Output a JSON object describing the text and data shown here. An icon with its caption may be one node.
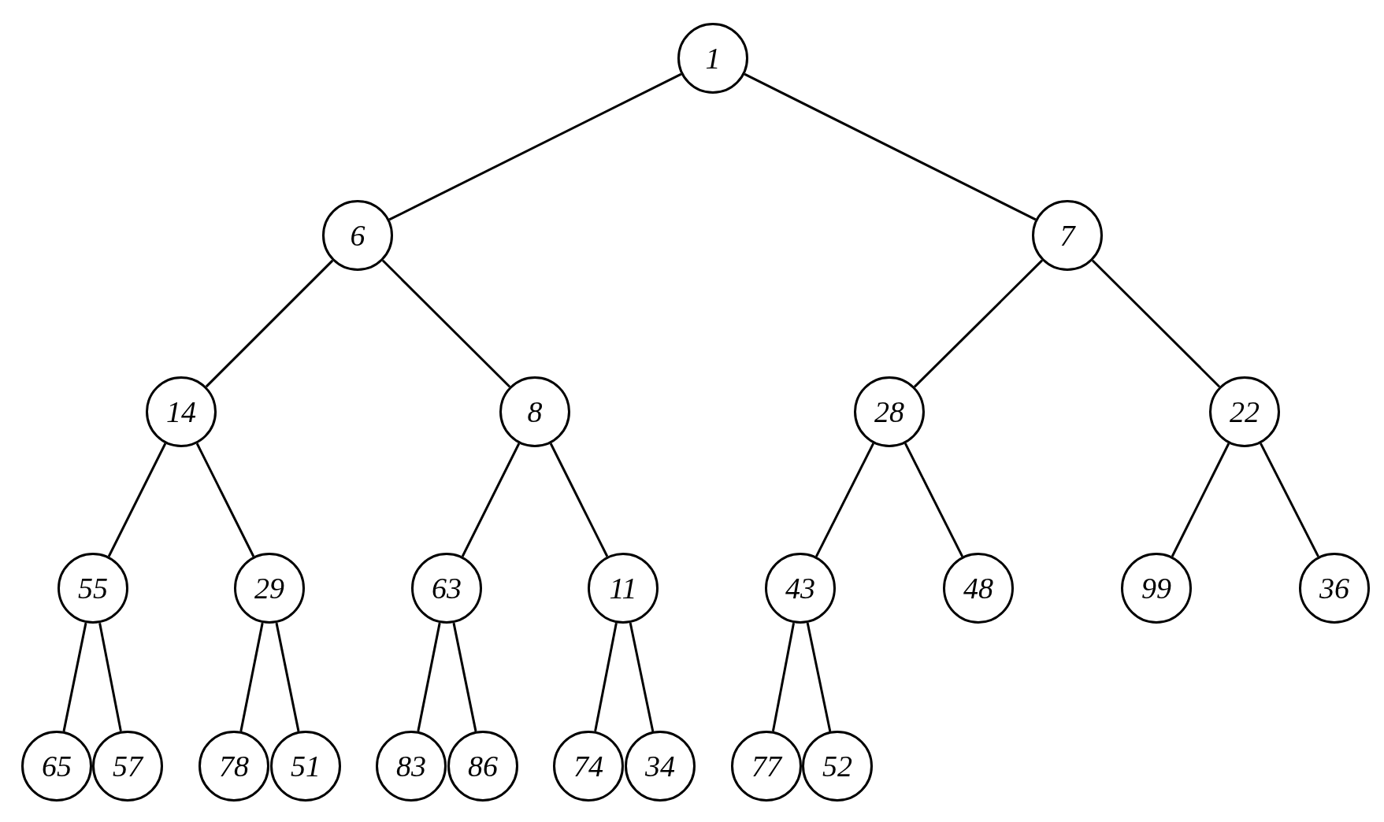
{
  "diagram": {
    "nodes": [
      {
        "text": [
          "1"
        ]
      },
      {
        "text": [
          "6"
        ]
      },
      {
        "text": [
          "7"
        ]
      },
      {
        "text": [
          "14"
        ]
      },
      {
        "text": [
          "8"
        ]
      },
      {
        "text": [
          "28"
        ]
      },
      {
        "text": [
          "22"
        ]
      },
      {
        "text": [
          "55"
        ]
      },
      {
        "text": [
          "29"
        ]
      },
      {
        "text": [
          "63"
        ]
      },
      {
        "text": [
          "11"
        ]
      },
      {
        "text": [
          "43"
        ]
      },
      {
        "text": [
          "48"
        ]
      },
      {
        "text": [
          "99"
        ]
      },
      {
        "text": [
          "36"
        ]
      },
      {
        "text": [
          "65"
        ]
      },
      {
        "text": [
          "57"
        ]
      },
      {
        "text": [
          "78"
        ]
      },
      {
        "text": [
          "51"
        ]
      },
      {
        "text": [
          "83"
        ]
      },
      {
        "text": [
          "86"
        ]
      },
      {
        "text": [
          "74"
        ]
      },
      {
        "text": [
          "34"
        ]
      },
      {
        "text": [
          "77"
        ]
      },
      {
        "text": [
          "52"
        ]
      }
    ],
    "edges": [
      {
        "from": 0,
        "to": 1,
        "arrow": "none"
      },
      {
        "from": 0,
        "to": 2,
        "arrow": "none"
      },
      {
        "from": 1,
        "to": 3,
        "arrow": "none"
      },
      {
        "from": 1,
        "to": 4,
        "arrow": "none"
      },
      {
        "from": 2,
        "to": 5,
        "arrow": "none"
      },
      {
        "from": 2,
        "to": 6,
        "arrow": "none"
      },
      {
        "from": 3,
        "to": 7,
        "arrow": "none"
      },
      {
        "from": 3,
        "to": 8,
        "arrow": "none"
      },
      {
        "from": 4,
        "to": 9,
        "arrow": "none"
      },
      {
        "from": 4,
        "to": 10,
        "arrow": "none"
      },
      {
        "from": 5,
        "to": 11,
        "arrow": "none"
      },
      {
        "from": 5,
        "to": 12,
        "arrow": "none"
      },
      {
        "from": 6,
        "to": 13,
        "arrow": "none"
      },
      {
        "from": 6,
        "to": 14,
        "arrow": "none"
      },
      {
        "from": 7,
        "to": 15,
        "arrow": "none"
      },
      {
        "from": 7,
        "to": 16,
        "arrow": "none"
      },
      {
        "from": 8,
        "to": 17,
        "arrow": "none"
      },
      {
        "from": 8,
        "to": 18,
        "arrow": "none"
      },
      {
        "from": 9,
        "to": 19,
        "arrow": "none"
      },
      {
        "from": 9,
        "to": 20,
        "arrow": "none"
      },
      {
        "from": 10,
        "to": 21,
        "arrow": "none"
      },
      {
        "from": 10,
        "to": 22,
        "arrow": "none"
      },
      {
        "from": 11,
        "to": 23,
        "arrow": "none"
      },
      {
        "from": 11,
        "to": 24,
        "arrow": "none"
      }
    ]
  }
}
